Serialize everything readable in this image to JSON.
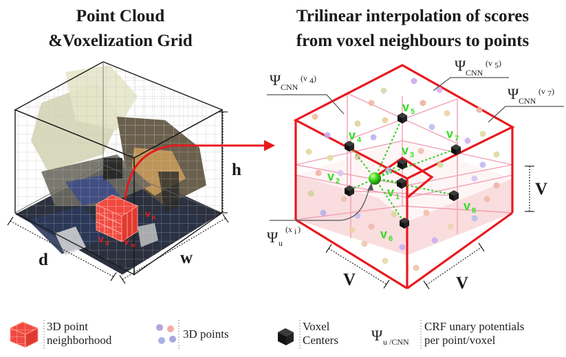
{
  "titles": {
    "left_line1": "Point Cloud",
    "left_line2": "&Voxelization Grid",
    "right_line1": "Trilinear interpolation of scores",
    "right_line2": "from voxel neighbours to points"
  },
  "dimensions": {
    "h": "h",
    "d": "d",
    "w": "w",
    "V": "V"
  },
  "voxel_labels": {
    "v1": "v",
    "v1_sub": "1",
    "v2": "v",
    "v2_sub": "2",
    "v3": "v",
    "v3_sub": "3",
    "v4": "v",
    "v4_sub": "4",
    "v5": "v",
    "v5_sub": "5",
    "v6": "v",
    "v6_sub": "6",
    "v7": "v",
    "v7_sub": "7",
    "v8": "v",
    "v8_sub": "8"
  },
  "left_cube_labels": {
    "vh": "v",
    "vh_sub": "h",
    "vd": "v",
    "vd_sub": "d",
    "vw": "v",
    "vw_sub": "w"
  },
  "psi": {
    "symbol": "Ψ",
    "cnn": "CNN",
    "v4_arg": "(v",
    "v4_sub": "4",
    "v5_arg": "(v",
    "v5_sub": "5",
    "v7_arg": "(v",
    "v7_sub": "7",
    "close": ")",
    "u": "u",
    "xi_arg": "(x",
    "xi_sub": "i"
  },
  "legend": {
    "neighborhood_line1": "3D point",
    "neighborhood_line2": "neighborhood",
    "points": "3D points",
    "voxel_line1": "Voxel",
    "voxel_line2": "Centers",
    "psi_symbol": "Ψ",
    "psi_sub": "u /CNN",
    "crf_line1": "CRF unary potentials",
    "crf_line2": "per point/voxel"
  },
  "colors": {
    "red": "#e8191e",
    "pink_grid": "#f0a0b4",
    "green": "#33dd22",
    "voxel": "#151515"
  }
}
